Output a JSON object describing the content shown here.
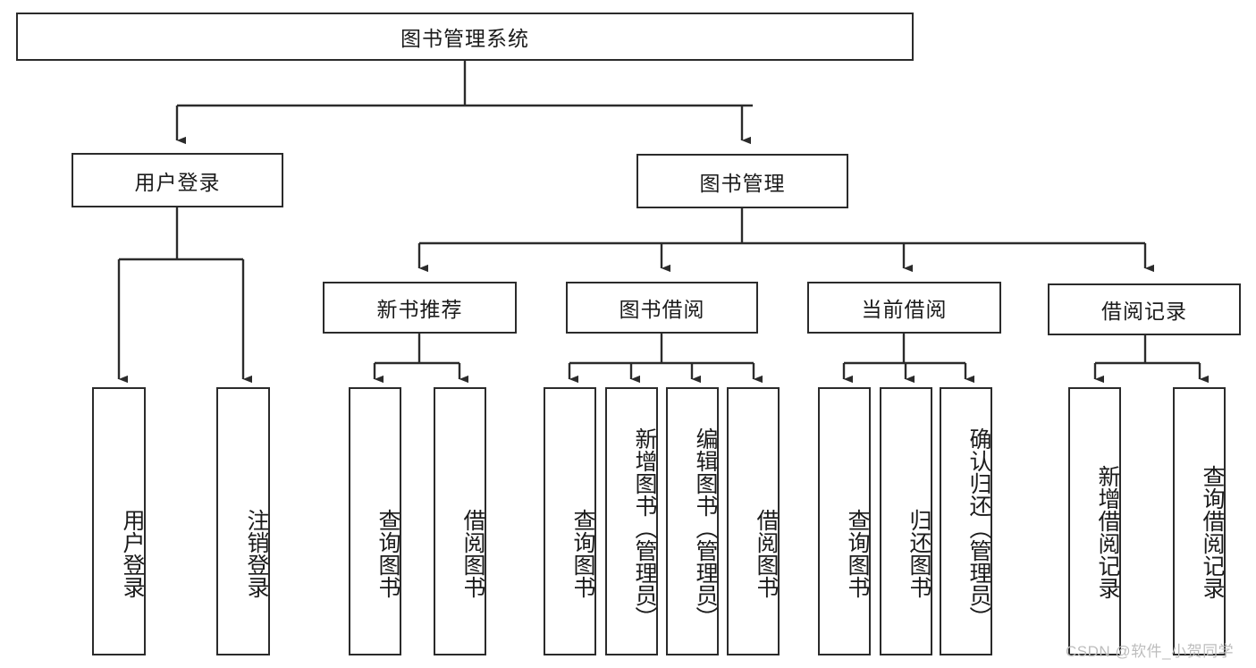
{
  "diagram": {
    "type": "tree-hierarchy-chart",
    "title": "图书管理系统",
    "colors": {
      "background": "#ffffff",
      "box_border": "#2b2b2b",
      "box_fill": "#ffffff",
      "connector": "#2b2b2b",
      "text": "#1b1b1b",
      "watermark": "#bdbdbd"
    },
    "levels": {
      "root": {
        "label": "图书管理系统"
      },
      "level2": [
        {
          "id": "user-login",
          "label": "用户登录"
        },
        {
          "id": "book-manage",
          "label": "图书管理"
        }
      ],
      "level3": [
        {
          "id": "new-book-recommend",
          "label": "新书推荐"
        },
        {
          "id": "book-borrow",
          "label": "图书借阅"
        },
        {
          "id": "current-borrow",
          "label": "当前借阅"
        },
        {
          "id": "borrow-record",
          "label": "借阅记录"
        }
      ],
      "leaves": {
        "user_login": [
          {
            "id": "leaf-user-login",
            "label": "用户登录"
          },
          {
            "id": "leaf-logout-login",
            "label": "注销登录"
          }
        ],
        "new_book_recommend": [
          {
            "id": "leaf-query-book-1",
            "label": "查询图书"
          },
          {
            "id": "leaf-borrow-book-1",
            "label": "借阅图书"
          }
        ],
        "book_borrow": [
          {
            "id": "leaf-query-book-2",
            "label": "查询图书"
          },
          {
            "id": "leaf-add-book-admin",
            "label": "新增图书（管理员）"
          },
          {
            "id": "leaf-edit-book-admin",
            "label": "编辑图书（管理员）"
          },
          {
            "id": "leaf-borrow-book-2",
            "label": "借阅图书"
          }
        ],
        "current_borrow": [
          {
            "id": "leaf-query-book-3",
            "label": "查询图书"
          },
          {
            "id": "leaf-return-book",
            "label": "归还图书"
          },
          {
            "id": "leaf-confirm-return-admin",
            "label": "确认归还（管理员）"
          }
        ],
        "borrow_record": [
          {
            "id": "leaf-add-borrow-record",
            "label": "新增借阅记录"
          },
          {
            "id": "leaf-query-borrow-record",
            "label": "查询借阅记录"
          }
        ]
      }
    },
    "watermark": "CSDN @软件_小贺同学"
  }
}
